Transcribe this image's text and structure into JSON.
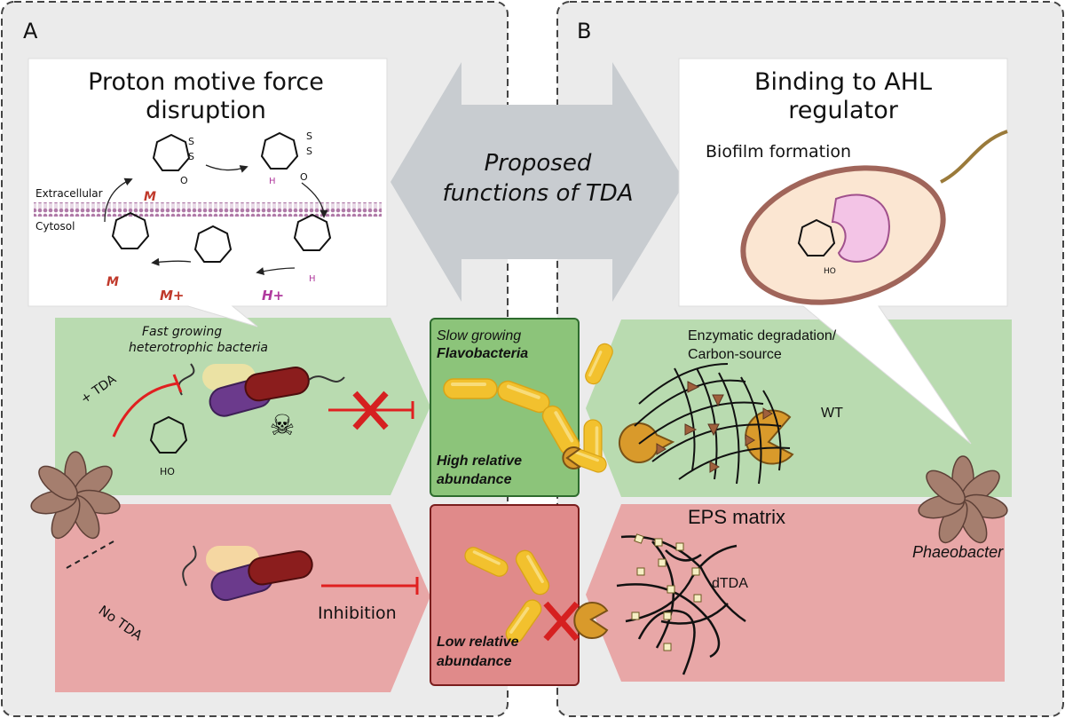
{
  "panels": {
    "a": {
      "label": "A",
      "callout_title_line1": "Proton motive force",
      "callout_title_line2": "disruption",
      "extracellular": "Extracellular",
      "cytosol": "Cytosol",
      "ion_m": "M",
      "ion_m_plus": "M+",
      "ion_h_plus": "H+",
      "hydrogen": "H",
      "oxygen": "O",
      "sulfur": "S",
      "fast_line1": "Fast growing",
      "fast_line2": "heterotrophic bacteria",
      "plus_tda": "+ TDA",
      "no_tda": "No TDA",
      "inhibition": "Inhibition",
      "tda_ho": "HO"
    },
    "center": {
      "arrow_line1": "Proposed",
      "arrow_line2": "functions of TDA",
      "green_line1": "Slow growing",
      "green_line2": "Flavobacteria",
      "green_line3": "High relative",
      "green_line4": "abundance",
      "red_line1": "Low relative",
      "red_line2": "abundance"
    },
    "b": {
      "label": "B",
      "callout_title_line1": "Binding to AHL",
      "callout_title_line2": "regulator",
      "biofilm": "Biofilm formation",
      "enz_line1": "Enzymatic degradation/",
      "enz_line2": "Carbon-source",
      "wt": "WT",
      "eps": "EPS matrix",
      "dtda": "dTDA",
      "phaeobacter": "Phaeobacter",
      "tda_ho": "HO"
    }
  },
  "colors": {
    "panel_bg": "#ebebeb",
    "green_band": "#b9dbb0",
    "green_box": "#8cc47a",
    "red_band": "#e8a7a7",
    "red_box": "#e08a8a",
    "arrow_gray": "#c8ccd0",
    "bacteria_yellow": "#f2c12e",
    "inhibit_red": "#e02020"
  }
}
